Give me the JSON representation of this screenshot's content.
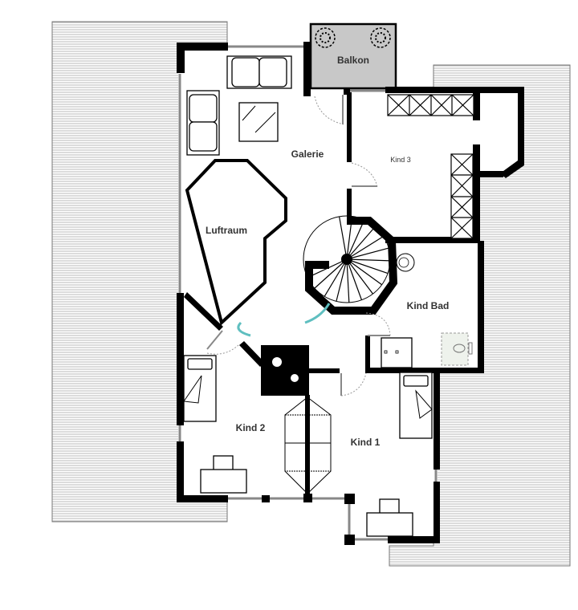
{
  "rooms": {
    "balkon": "Balkon",
    "galerie": "Galerie",
    "kind3": "Kind 3",
    "luftraum": "Luftraum",
    "kind_bad": "Kind Bad",
    "kind2": "Kind 2",
    "kind1": "Kind 1"
  },
  "colors": {
    "wall": "#000000",
    "balcony_fill": "#c8c8c8",
    "stair_arrow": "#5fbfc0",
    "roof_hatch": "#9a9a9a"
  }
}
